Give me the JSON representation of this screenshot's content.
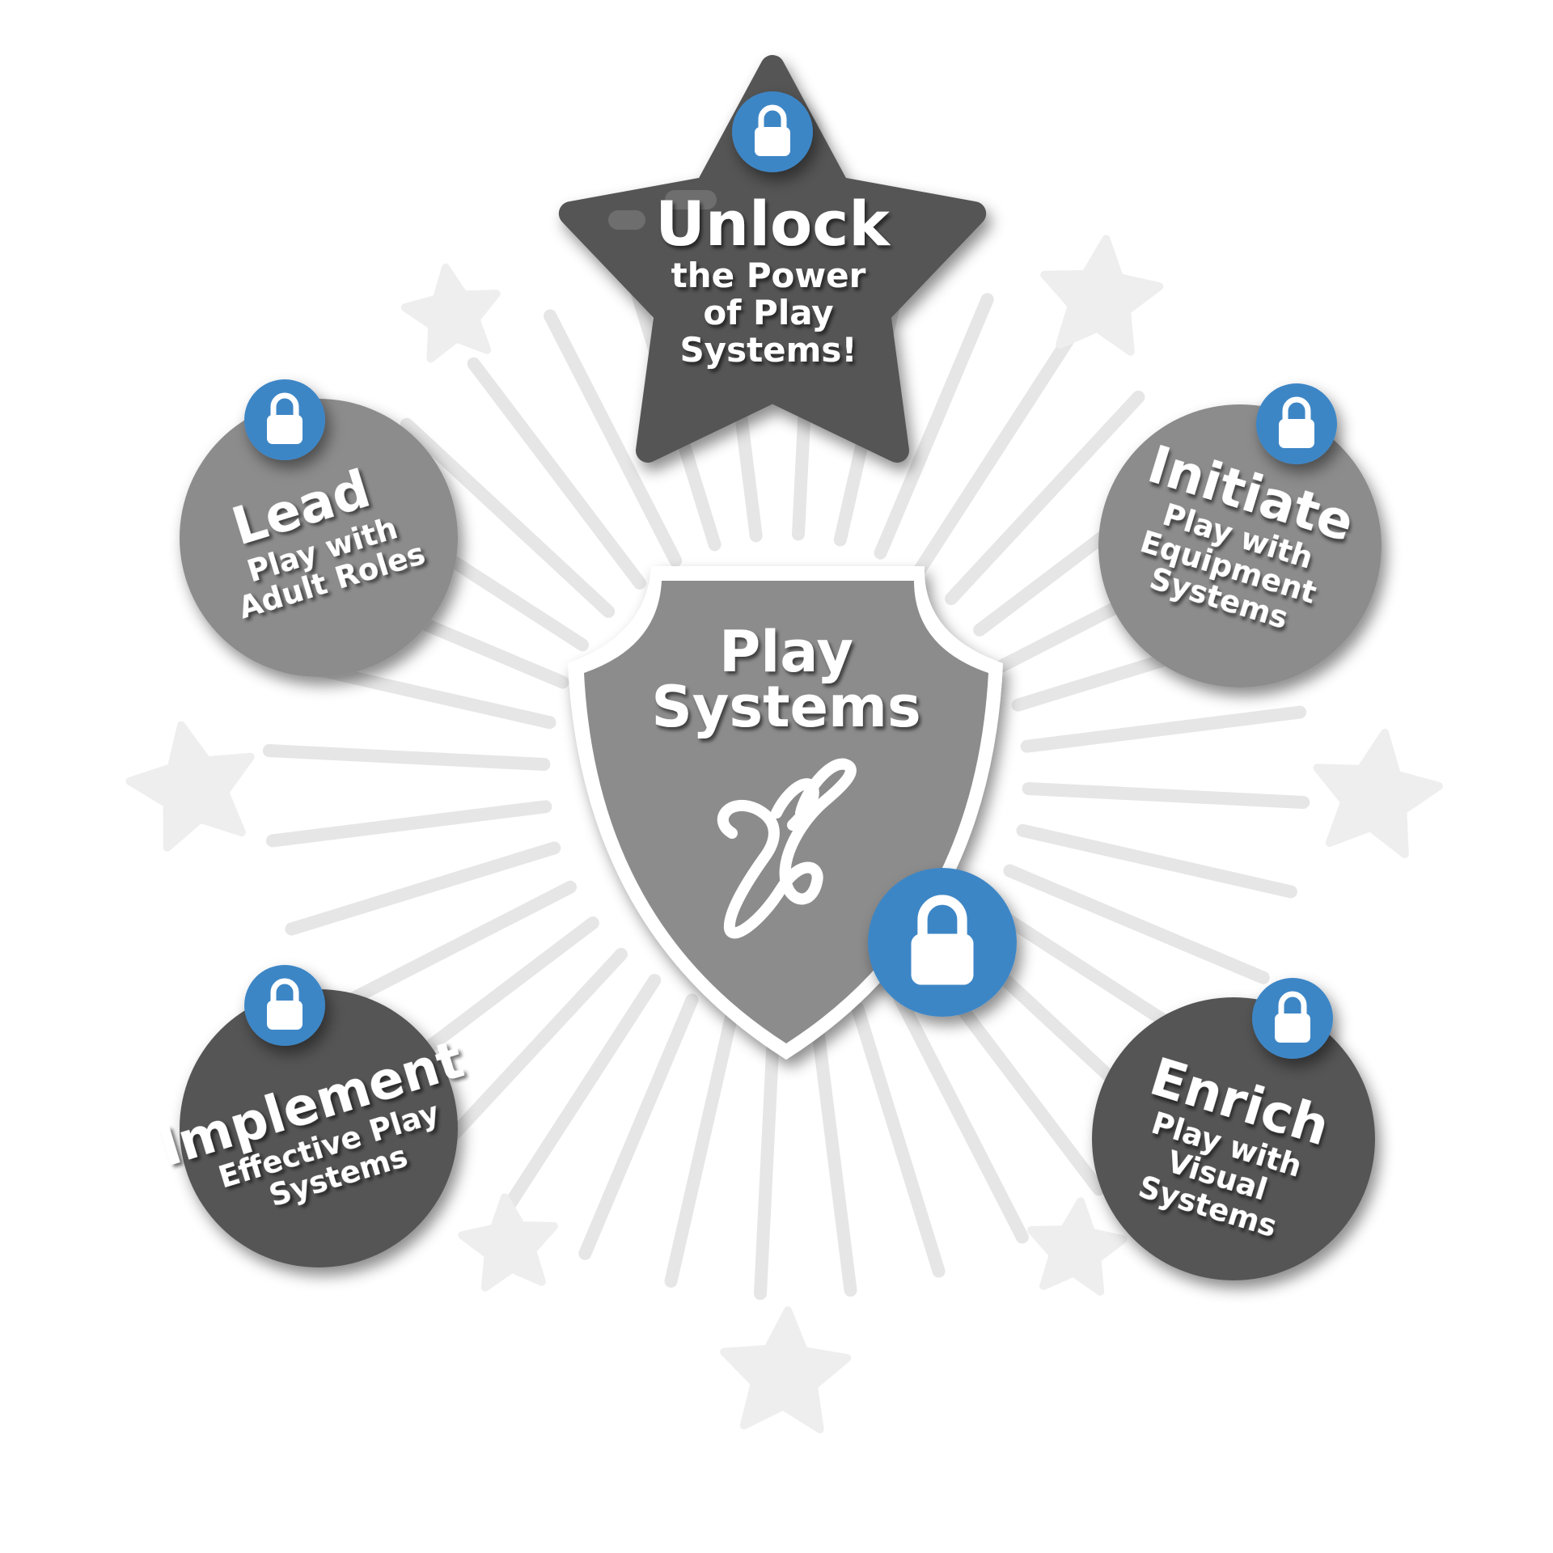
{
  "center": {
    "title_lines": [
      "Play",
      "Systems"
    ]
  },
  "star": {
    "title": "Unlock",
    "lines": [
      "the Power",
      "of Play",
      "Systems!"
    ]
  },
  "nodes": {
    "lead": {
      "title": "Lead",
      "lines": [
        "Play with",
        "Adult Roles"
      ]
    },
    "initiate": {
      "title": "Initiate",
      "lines": [
        "Play with",
        "Equipment",
        "Systems"
      ]
    },
    "implement": {
      "title": "Implement",
      "lines": [
        "Effective Play",
        "Systems"
      ]
    },
    "enrich": {
      "title": "Enrich",
      "lines": [
        "Play with",
        "Visual",
        "Systems"
      ]
    }
  },
  "colors": {
    "dark": "#555555",
    "medium": "#8c8c8c",
    "lock_blue": "#3d86c6",
    "rays": "#e6e6e6",
    "bg_stars": "#eeeeee"
  },
  "icons": {
    "lock": "lock-icon",
    "center_symbol": "loop-scribble-icon"
  }
}
